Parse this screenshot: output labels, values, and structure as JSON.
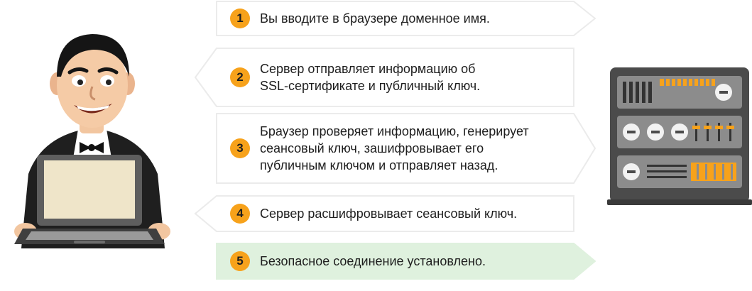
{
  "colors": {
    "badge": "#f7a21b",
    "panel_border": "#ebebeb",
    "panel_final_fill": "#dff1de",
    "server_body": "#4b4b4b",
    "server_bay": "#8c8c8c",
    "server_accent": "#f7a21b"
  },
  "steps": [
    {
      "number": "1",
      "direction": "to-server",
      "lines": [
        "Вы вводите в браузере доменное имя."
      ]
    },
    {
      "number": "2",
      "direction": "to-client",
      "lines": [
        "Сервер отправляет информацию об",
        "SSL-сертификате и публичный ключ."
      ]
    },
    {
      "number": "3",
      "direction": "to-server",
      "lines": [
        "Браузер проверяет информацию, генерирует",
        "сеансовый ключ, зашифровывает его",
        "публичным ключом и отправляет назад."
      ]
    },
    {
      "number": "4",
      "direction": "to-client",
      "lines": [
        "Сервер расшифровывает сеансовый ключ."
      ]
    },
    {
      "number": "5",
      "direction": "to-server",
      "highlight": true,
      "lines": [
        "Безопасное соединение установлено."
      ]
    }
  ],
  "icons": {
    "client": "man-with-laptop-icon",
    "server": "server-rack-icon"
  }
}
